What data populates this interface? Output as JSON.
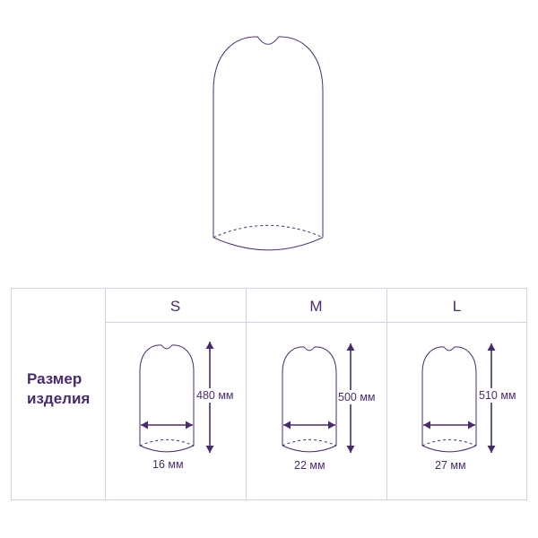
{
  "row_label": [
    "Размер",
    "изделия"
  ],
  "sizes": [
    {
      "label": "S",
      "length": "480 мм",
      "diameter": "16 мм"
    },
    {
      "label": "M",
      "length": "500 мм",
      "diameter": "22 мм"
    },
    {
      "label": "L",
      "length": "510 мм",
      "diameter": "27 мм"
    }
  ],
  "colors": {
    "accent": "#4a2a6e",
    "border": "#d6cfe0",
    "outline": "#4a2a6e"
  }
}
